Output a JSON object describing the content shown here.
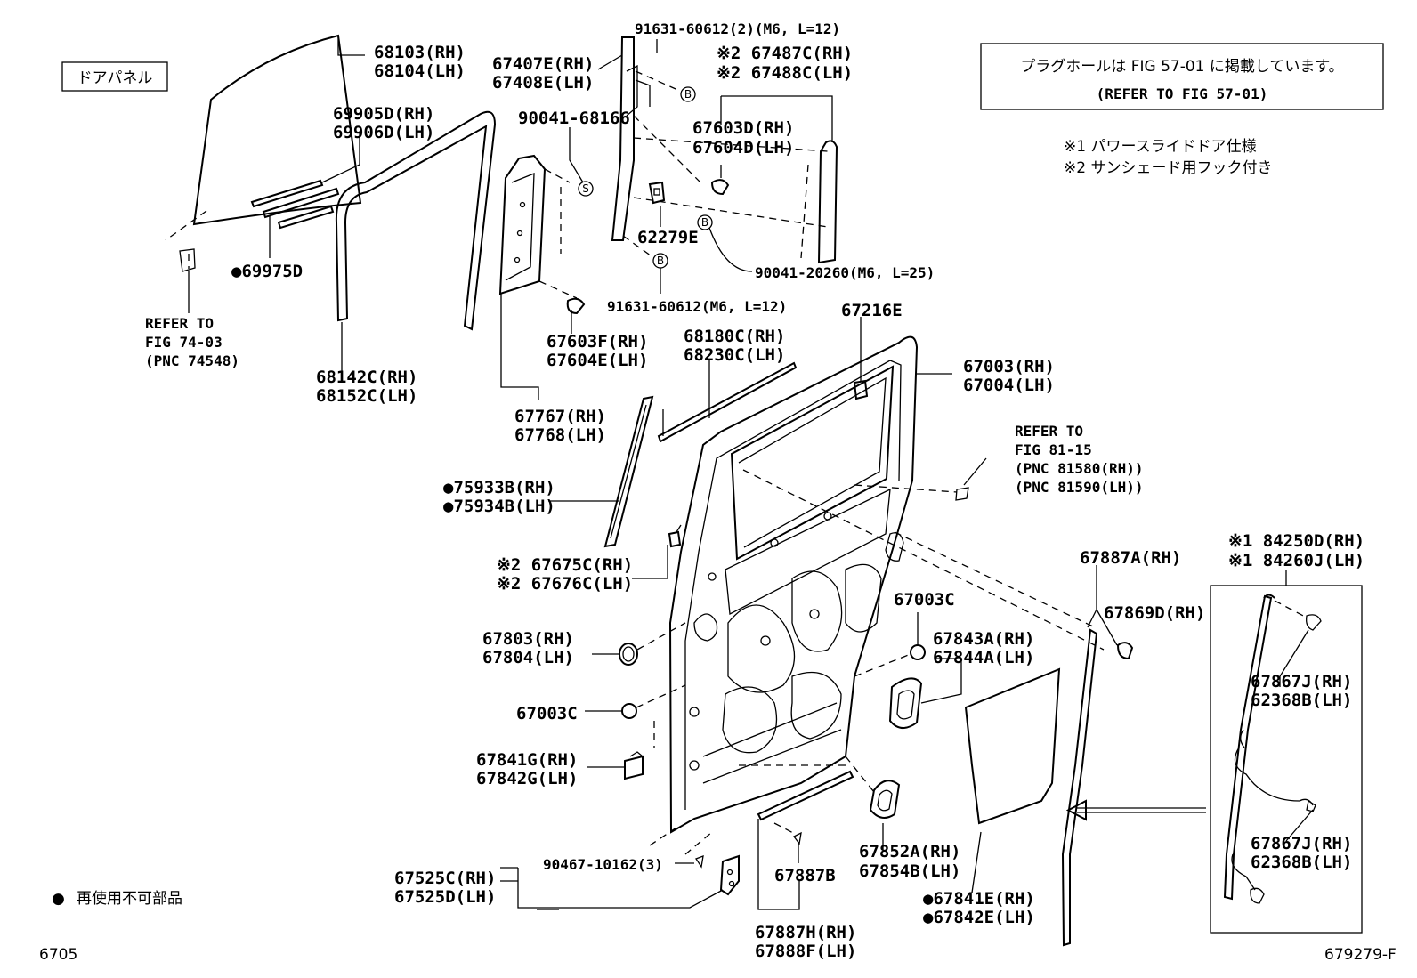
{
  "title_box": "ドアパネル",
  "note_box": {
    "line1": "プラグホールは FIG 57-01 に掲載しています。",
    "line2": "(REFER TO FIG 57-01)"
  },
  "notes": {
    "n1": "※1 パワースライドドア仕様",
    "n2": "※2 サンシェード用フック付き"
  },
  "legend": {
    "bullet": "●",
    "text": "再使用不可部品"
  },
  "footer": {
    "left": "6705",
    "right": "679279-F"
  },
  "symbols": {
    "b": "B",
    "s": "S"
  },
  "labels": {
    "p68103": "68103(RH)",
    "p68104": "68104(LH)",
    "p69905d": "69905D(RH)",
    "p69906d": "69906D(LH)",
    "p69975d": "●69975D",
    "ref74_1": "REFER TO",
    "ref74_2": "FIG 74-03",
    "ref74_3": "(PNC 74548)",
    "p68142c": "68142C(RH)",
    "p68152c": "68152C(LH)",
    "p67407e": "67407E(RH)",
    "p67408e": "67408E(LH)",
    "p90041_68166": "90041-68166",
    "p91631_top": "91631-60612(2)(M6, L=12)",
    "p67487c": "※2 67487C(RH)",
    "p67488c": "※2 67488C(LH)",
    "p67603d": "67603D(RH)",
    "p67604d": "67604D(LH)",
    "p62279e": "62279E",
    "p90041_20260": "90041-20260(M6, L=25)",
    "p91631_bot": "91631-60612(M6, L=12)",
    "p67603f": "67603F(RH)",
    "p67604e": "67604E(LH)",
    "p67216e": "67216E",
    "p68180c": "68180C(RH)",
    "p68230c": "68230C(LH)",
    "p67003": "67003(RH)",
    "p67004": "67004(LH)",
    "p67767": "67767(RH)",
    "p67768": "67768(LH)",
    "ref81_1": "REFER TO",
    "ref81_2": "FIG 81-15",
    "ref81_3": "(PNC 81580(RH))",
    "ref81_4": "(PNC 81590(LH))",
    "p75933b": "●75933B(RH)",
    "p75934b": "●75934B(LH)",
    "p67675c": "※2 67675C(RH)",
    "p67676c": "※2 67676C(LH)",
    "p67887a": "67887A(RH)",
    "p84250d": "※1 84250D(RH)",
    "p84260j": "※1 84260J(LH)",
    "p67003c_r": "67003C",
    "p67869d": "67869D(RH)",
    "p67803": "67803(RH)",
    "p67804": "67804(LH)",
    "p67843a": "67843A(RH)",
    "p67844a": "67844A(LH)",
    "p67867j_1": "67867J(RH)",
    "p62368b_1": "62368B(LH)",
    "p67003c_l": "67003C",
    "p67841g": "67841G(RH)",
    "p67842g": "67842G(LH)",
    "p67867j_2": "67867J(RH)",
    "p62368b_2": "62368B(LH)",
    "p90467": "90467-10162(3)",
    "p67852a": "67852A(RH)",
    "p67854b": "67854B(LH)",
    "p67525c": "67525C(RH)",
    "p67525d": "67525D(LH)",
    "p67887b": "67887B",
    "p67841e": "●67841E(RH)",
    "p67842e": "●67842E(LH)",
    "p67887h": "67887H(RH)",
    "p67888f": "67888F(LH)"
  }
}
